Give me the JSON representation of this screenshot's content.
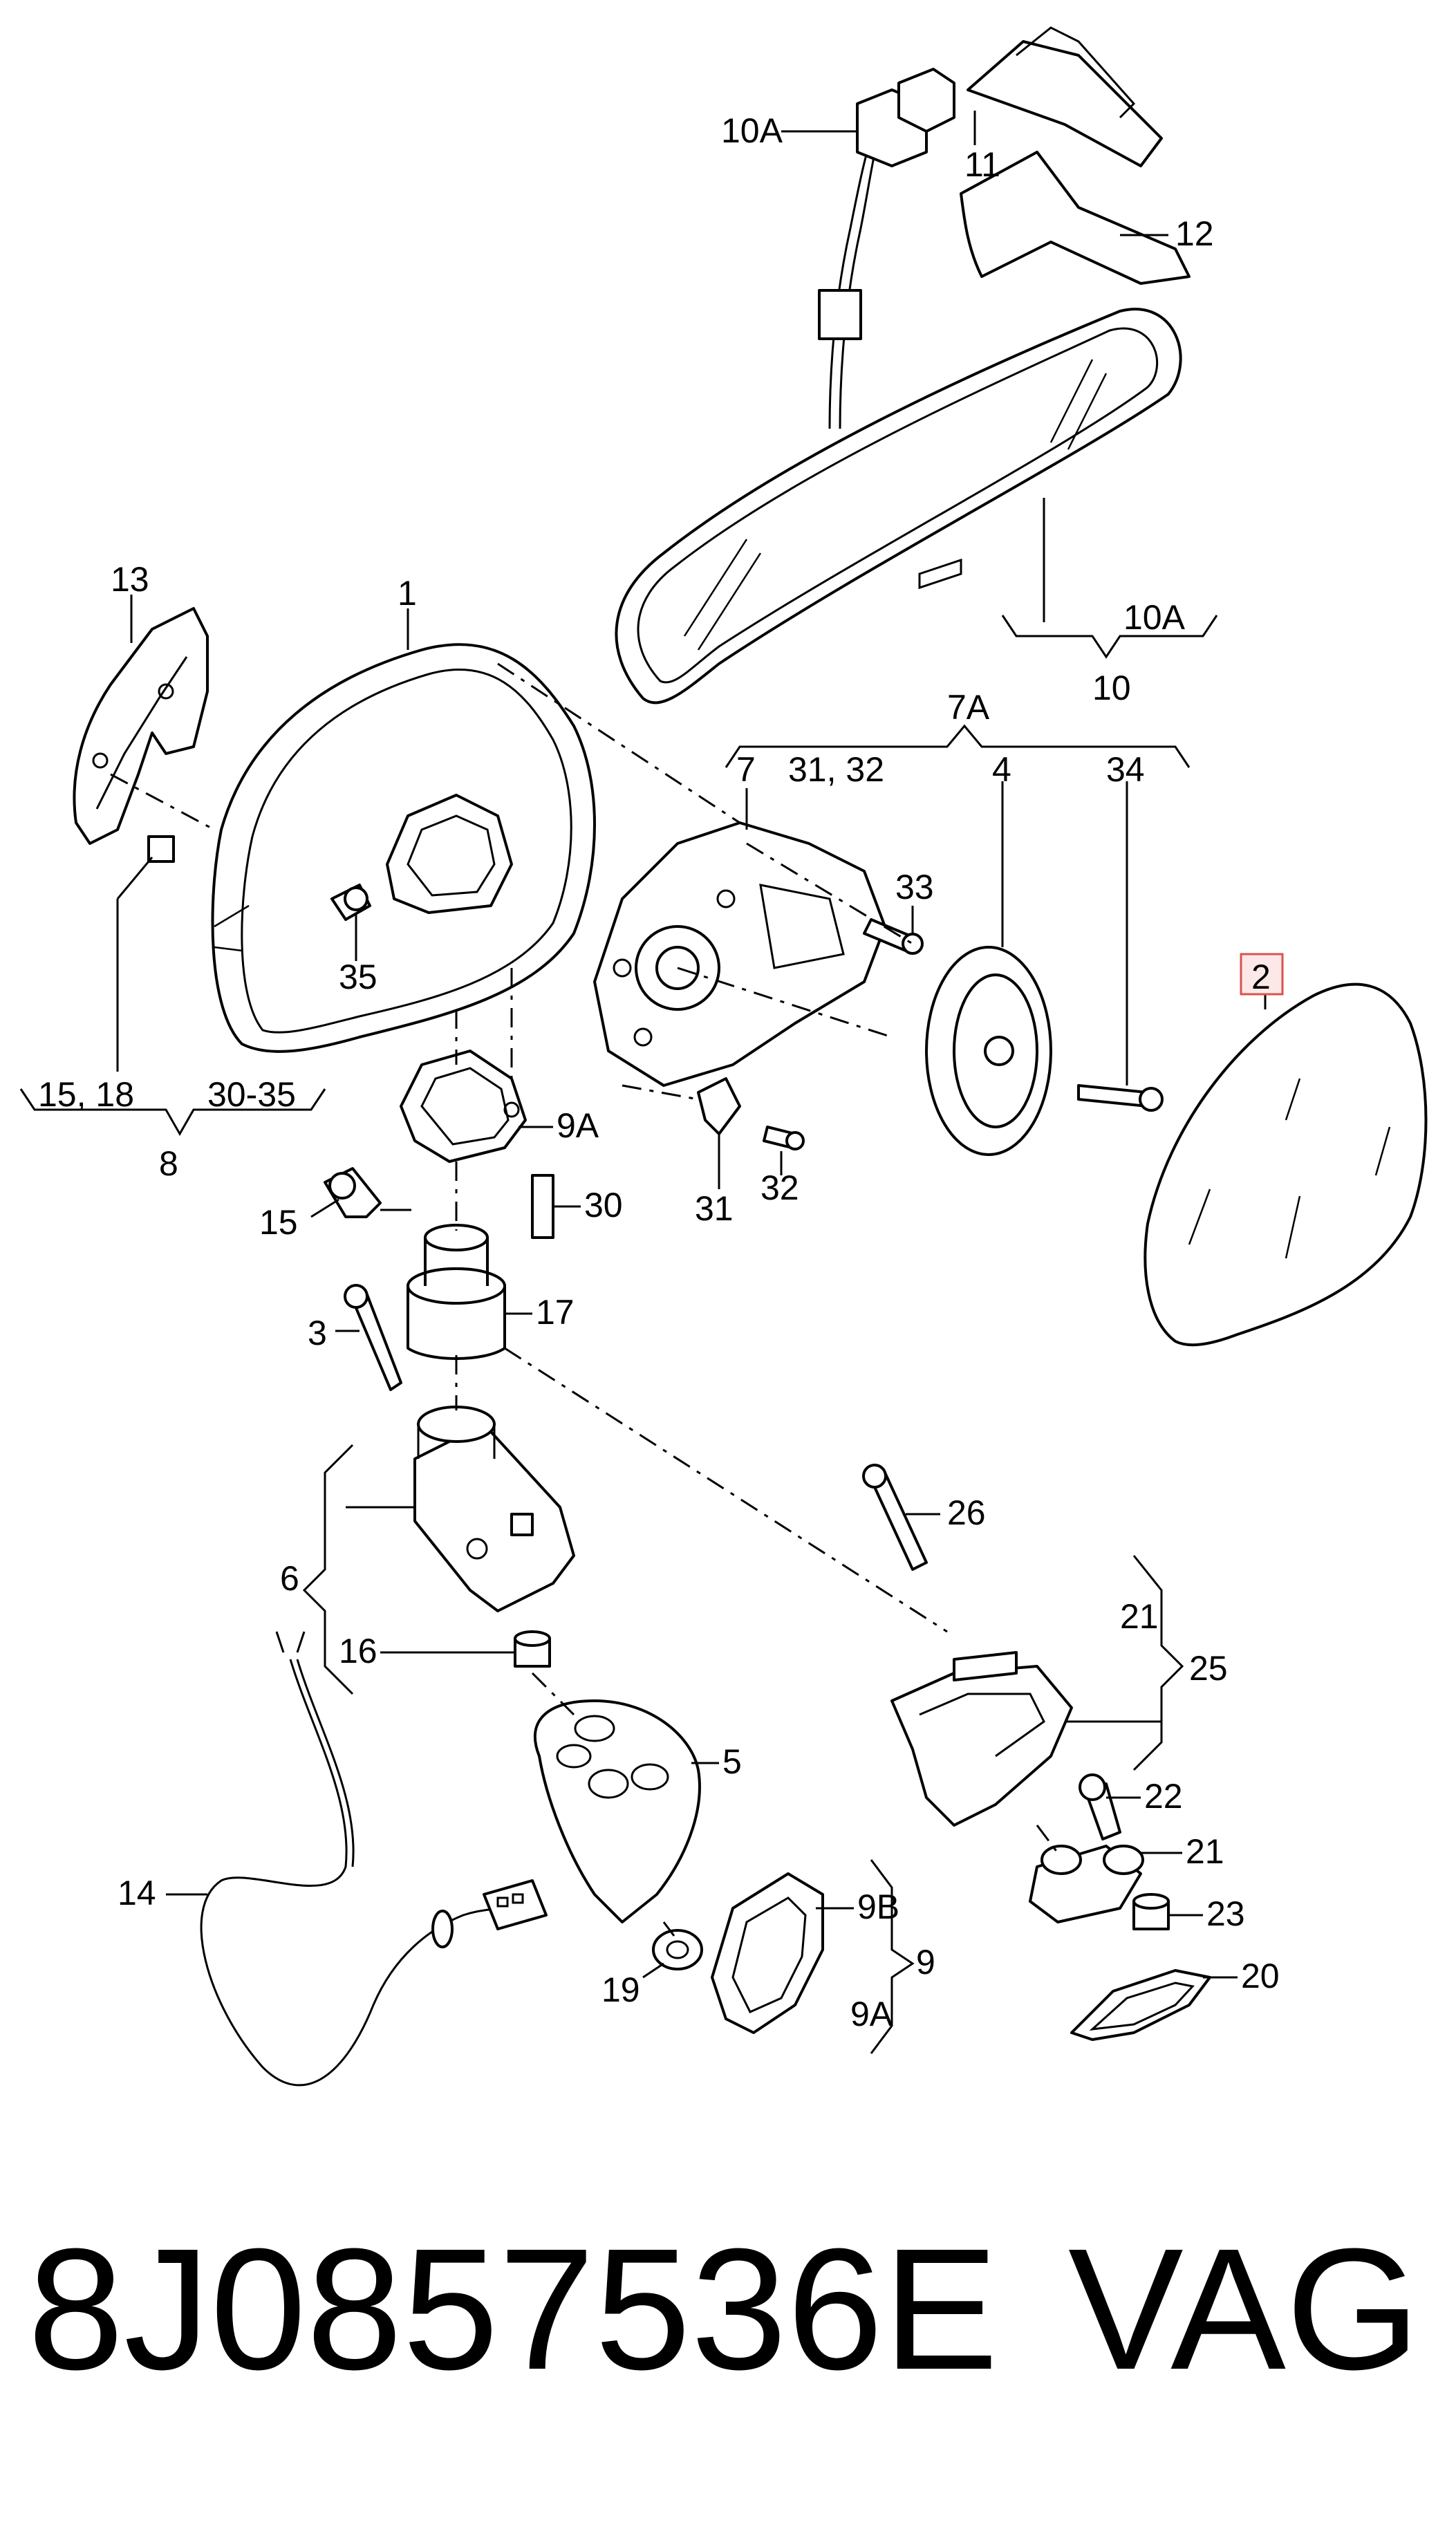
{
  "labels": {
    "l1": "1",
    "l2": "2",
    "l3": "3",
    "l4": "4",
    "l5": "5",
    "l6": "6",
    "l7": "7",
    "l7a": "7A",
    "l8": "8",
    "l9": "9",
    "l9a_top": "9A",
    "l9a_bottom": "9A",
    "l9b": "9B",
    "l10": "10",
    "l10a_top": "10A",
    "l10a_bottom": "10A",
    "l11": "11",
    "l12": "12",
    "l13": "13",
    "l14": "14",
    "l15_left": "15",
    "l15_18": "15, 18",
    "l16": "16",
    "l17": "17",
    "l19": "19",
    "l20": "20",
    "l21_top": "21",
    "l21_mid": "21",
    "l22": "22",
    "l23": "23",
    "l25": "25",
    "l26": "26",
    "l30": "30",
    "l30_35": "30-35",
    "l31": "31",
    "l31_32": "31, 32",
    "l32": "32",
    "l33": "33",
    "l34": "34",
    "l35": "35"
  },
  "caption": {
    "part_number": "8J0857536E",
    "brand": "VAG"
  },
  "highlight_color": "#d9534f"
}
